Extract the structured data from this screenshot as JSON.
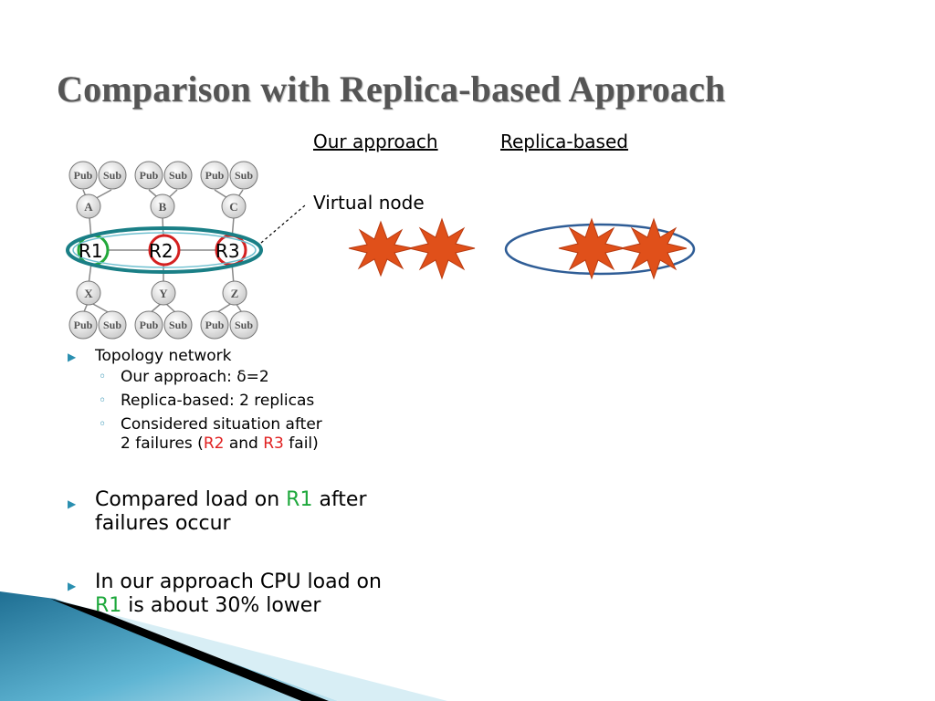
{
  "title": "Comparison with Replica-based Approach",
  "headings": {
    "ours": "Our approach",
    "replica": "Replica-based"
  },
  "virtual_node_label": "Virtual node",
  "topology": {
    "pub_label": "Pub",
    "sub_label": "Sub",
    "top_nodes": [
      "A",
      "B",
      "C"
    ],
    "bottom_nodes": [
      "X",
      "Y",
      "Z"
    ],
    "routers": [
      "R1",
      "R2",
      "R3"
    ]
  },
  "bullets": {
    "topology": "Topology network",
    "ours_delta": "Our approach: δ=2",
    "replicas": "Replica-based: 2 replicas",
    "situation_line1": "Considered situation after",
    "situation_pre": "2 failures (",
    "situation_r2": "R2",
    "situation_and": " and ",
    "situation_r3": "R3",
    "situation_post": " fail)",
    "load_pre": "Compared load on ",
    "load_r1": "R1",
    "load_post": " after failures occur",
    "cpu_pre": "In our approach CPU load on ",
    "cpu_r1": "R1",
    "cpu_post": " is about 30% lower"
  },
  "colors": {
    "accent": "#2a8fb0",
    "ellipse": "#1a7f86",
    "ellipse_right": "#2f5d96",
    "star": "#e0501a",
    "r1": "#22a83a",
    "r_failed": "#d42020",
    "title": "#555555"
  },
  "icons": {
    "bullet": "triangle-right-icon",
    "sub_bullet": "ring-icon"
  }
}
